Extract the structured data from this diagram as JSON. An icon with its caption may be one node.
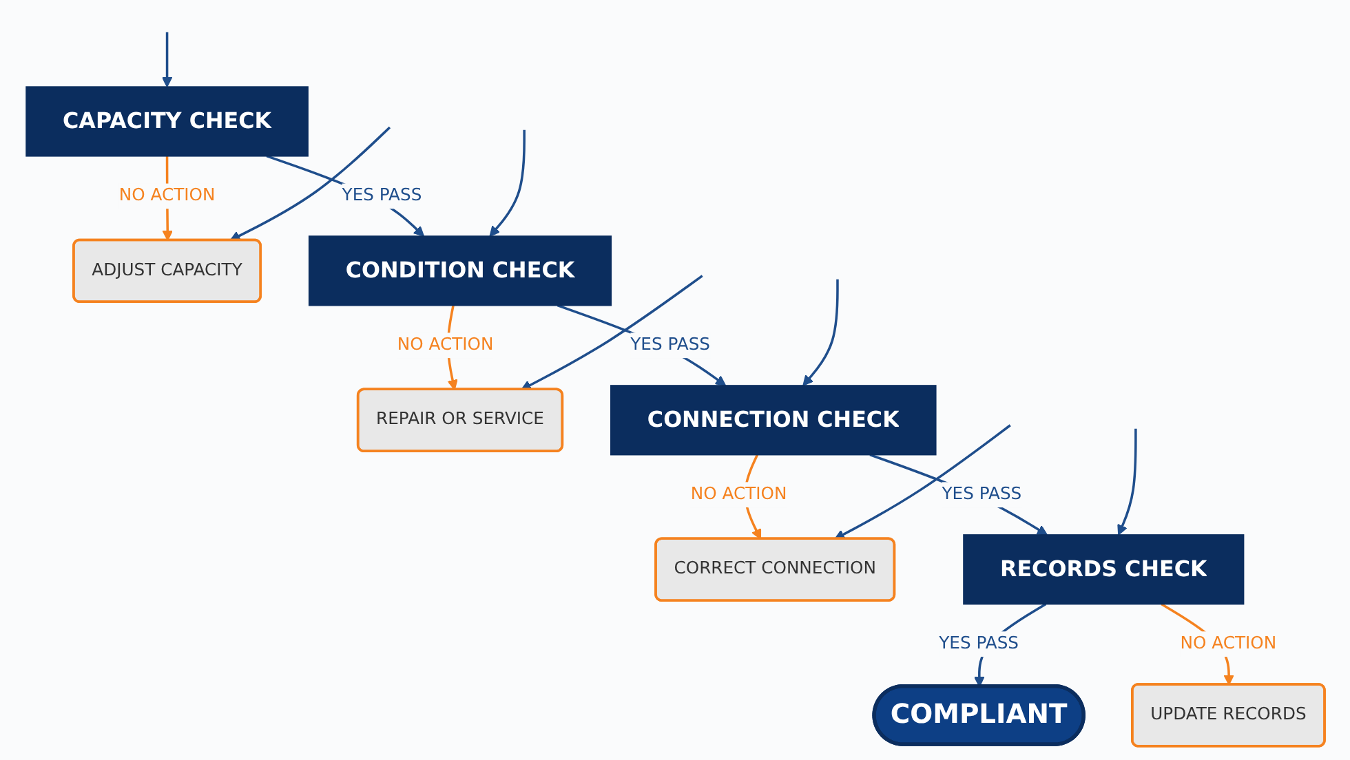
{
  "diagram": {
    "nodes": [
      {
        "text": [
          "CAPACITY CHECK"
        ]
      },
      {
        "text": [
          "ADJUST CAPACITY"
        ]
      },
      {
        "text": [
          "CONDITION CHECK"
        ]
      },
      {
        "text": [
          "REPAIR OR SERVICE"
        ]
      },
      {
        "text": [
          "CONNECTION CHECK"
        ]
      },
      {
        "text": [
          "CORRECT CONNECTION"
        ]
      },
      {
        "text": [
          "RECORDS CHECK"
        ]
      },
      {
        "text": [
          "UPDATE RECORDS"
        ]
      },
      {
        "text": [
          "COMPLIANT"
        ]
      }
    ],
    "edges": [
      {
        "from": 0,
        "to": 2,
        "arrow": "to",
        "label": "YES PASS"
      },
      {
        "from": 2,
        "to": 4,
        "arrow": "to",
        "label": "YES PASS"
      },
      {
        "from": 4,
        "to": 6,
        "arrow": "to",
        "label": "YES PASS"
      },
      {
        "from": 6,
        "to": 8,
        "arrow": "to",
        "label": "YES PASS"
      },
      {
        "from": 0,
        "to": 1,
        "arrow": "to",
        "label": "NO ACTION",
        "color": "#f5821f"
      },
      {
        "from": 2,
        "to": 3,
        "arrow": "to",
        "label": "NO ACTION",
        "color": "#f5821f"
      },
      {
        "from": 4,
        "to": 5,
        "arrow": "to",
        "label": "NO ACTION",
        "color": "#f5821f"
      },
      {
        "from": 6,
        "to": 7,
        "arrow": "to",
        "label": "NO ACTION",
        "color": "#f5821f"
      },
      {
        "from": null,
        "to": 1,
        "arrow": "to"
      },
      {
        "from": null,
        "to": 3,
        "arrow": "to"
      },
      {
        "from": null,
        "to": 5,
        "arrow": "to"
      },
      {
        "from": null,
        "to": 0,
        "arrow": "to"
      },
      {
        "from": null,
        "to": 2,
        "arrow": "to"
      },
      {
        "from": null,
        "to": 4,
        "arrow": "to"
      },
      {
        "from": null,
        "to": 6,
        "arrow": "to"
      }
    ]
  }
}
